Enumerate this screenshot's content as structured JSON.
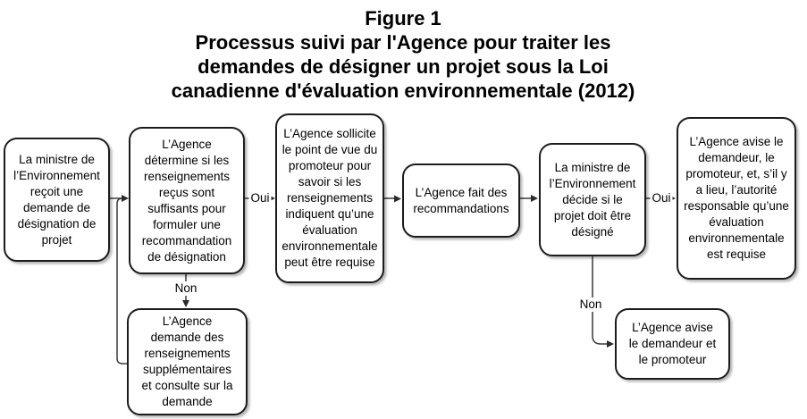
{
  "figure": {
    "title": "Figure 1\nProcessus suivi par l'Agence pour traiter les\ndemandes de désigner un projet sous la Loi\ncanadienne d'évaluation environnementale (2012)"
  },
  "colors": {
    "box_border": "#1c1c1c",
    "box_fill": "#ffffff",
    "connector_line": "#3a3a3a",
    "arrowhead": "#2b2b2b",
    "text": "#000000",
    "background": "#ffffff"
  },
  "flow": {
    "nodes": [
      {
        "id": "receive-request",
        "text": "La ministre de\nl’Environnement\nreçoit une\ndemande de\ndésignation de\nprojet"
      },
      {
        "id": "determine-sufficiency",
        "text": "L’Agence\ndétermine si les\nrenseignements\nreçus sont\nsuffisants pour\nformuler une\nrecommandation\nde désignation"
      },
      {
        "id": "solicit-proponent-views",
        "text": "L’Agence sollicite\nle point de vue du\npromoteur pour\nsavoir si les\nrenseignements\nindiquent qu’une\névaluation\nenvironnementale\npeut être requise"
      },
      {
        "id": "make-recommendations",
        "text": "L’Agence fait des\nrecommandations"
      },
      {
        "id": "minister-decides",
        "text": "La ministre de\nl’Environnement\ndécide si le\nprojet doit être\ndésigné"
      },
      {
        "id": "notify-ea-required",
        "text": "L’Agence avise le\ndemandeur, le\npromoteur, et, s’il y\na lieu, l’autorité\nresponsable qu’une\névaluation\nenvironnementale\nest requise"
      },
      {
        "id": "request-additional-info",
        "text": "L’Agence\ndemande des\nrenseignements\nsupplémentaires\net consulte sur la\ndemande"
      },
      {
        "id": "notify-applicant-proponent",
        "text": "L’Agence avise\nle demandeur et\nle promoteur"
      }
    ],
    "edge_labels": [
      {
        "id": "oui-sufficient",
        "text": "Oui"
      },
      {
        "id": "non-sufficient",
        "text": "Non"
      },
      {
        "id": "oui-designate",
        "text": "Oui"
      },
      {
        "id": "non-designate",
        "text": "Non"
      }
    ]
  }
}
